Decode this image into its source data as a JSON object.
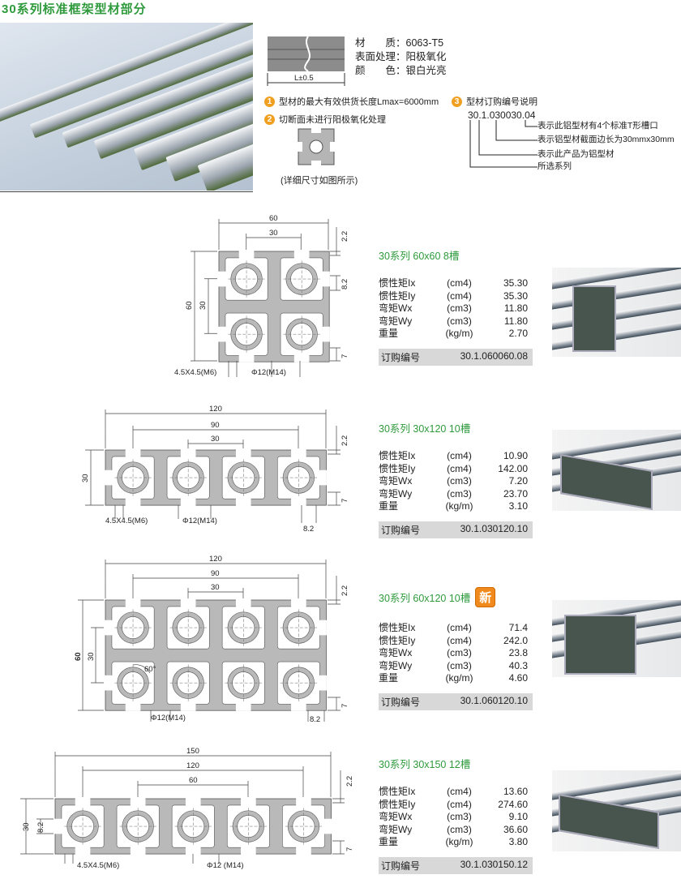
{
  "title": "30系列标准框架型材部分",
  "specs": {
    "length_label": "L±0.5",
    "material_label": "材　　质：",
    "material": "6063-T5",
    "surface_label": "表面处理：",
    "surface": "阳极氧化",
    "color_label": "颜　　色：",
    "color": "银白光亮"
  },
  "notes": [
    {
      "num": "1",
      "text": "型材的最大有效供货长度Lmax=6000mm"
    },
    {
      "num": "2",
      "text": "切断面未进行阳极氧化处理"
    },
    {
      "num": "3",
      "text": "型材订购编号说明"
    }
  ],
  "cross_section_caption": "(详细尺寸如图所示)",
  "code_example": {
    "code": "30.1.030030.04",
    "explanations": [
      "表示此铝型材有4个标准T形槽口",
      "表示铝型材截面边长为30mmx30mm",
      "表示此产品为铝型材",
      "所选系列"
    ]
  },
  "colors": {
    "accent_green": "#2e9a3c",
    "badge_orange": "#f08a1c"
  },
  "row_labels": [
    "惯性矩Ix",
    "惯性矩Iy",
    "弯矩Wx",
    "弯矩Wy",
    "重量"
  ],
  "row_units": [
    "(cm4)",
    "(cm4)",
    "(cm3)",
    "(cm3)",
    "(kg/m)"
  ],
  "order_label": "订购编号",
  "products": [
    {
      "name": "30系列 60x60 8槽",
      "values": [
        "35.30",
        "35.30",
        "11.80",
        "11.80",
        "2.70"
      ],
      "order_no": "30.1.060060.08",
      "dims": {
        "w": "60",
        "inner_w": "30",
        "h": "60",
        "inner_h": "30",
        "slot": "2.2",
        "slot_w": "8.2",
        "edge": "7",
        "screw": "4.5X4.5(M6)",
        "hole": "Φ12(M14)"
      }
    },
    {
      "name": "30系列 30x120 10槽",
      "values": [
        "10.90",
        "142.00",
        "7.20",
        "23.70",
        "3.10"
      ],
      "order_no": "30.1.030120.10",
      "dims": {
        "w": "120",
        "mid_w": "90",
        "inner_w": "30",
        "h": "30",
        "slot": "2.2",
        "edge": "7",
        "slot_w": "8.2",
        "screw": "4.5X4.5(M6)",
        "hole": "Φ12(M14)"
      }
    },
    {
      "name": "30系列 60x120  10槽",
      "badge": "新",
      "values": [
        "71.4",
        "242.0",
        "23.8",
        "40.3",
        "4.60"
      ],
      "order_no": "30.1.060120.10",
      "dims": {
        "w": "120",
        "mid_w": "90",
        "inner_w": "30",
        "h": "60",
        "inner_h": "30",
        "slot": "2.2",
        "edge": "7",
        "slot_w": "8.2",
        "angle": "60°",
        "hole": "Φ12(M14)"
      }
    },
    {
      "name": "30系列 30x150 12槽",
      "values": [
        "13.60",
        "274.60",
        "9.10",
        "36.60",
        "3.80"
      ],
      "order_no": "30.1.030150.12",
      "dims": {
        "w": "150",
        "mid_w": "120",
        "inner_w": "60",
        "h": "30",
        "slot_w": "8.2",
        "slot": "2.2",
        "edge": "7",
        "screw": "4.5X4.5(M6)",
        "hole": "Φ12 (M14)"
      }
    }
  ]
}
